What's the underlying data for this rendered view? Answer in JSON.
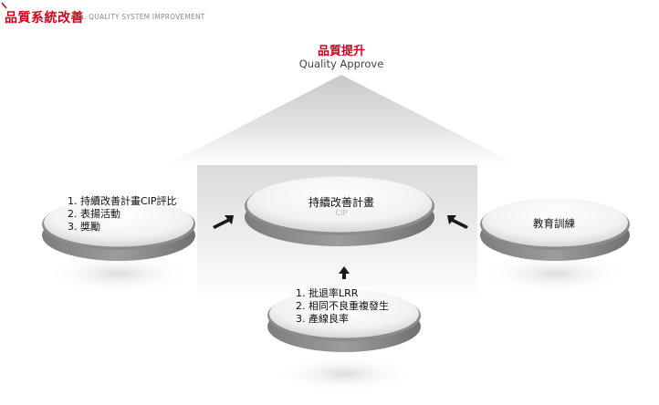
{
  "header": {
    "title": "品質系統改善",
    "subtitle": ". QUALITY SYSTEM IMPROVEMENT"
  },
  "roof": {
    "title": "品質提升",
    "subtitle": "Quality Approve"
  },
  "center_disk": {
    "title": "持續改善計畫",
    "subtitle": "CIP"
  },
  "left_disk": {
    "items": [
      "1. 持續改善計畫CIP評比",
      "2. 表揚活動",
      "3. 獎勵"
    ]
  },
  "right_disk": {
    "label": "教育訓練"
  },
  "bottom_disk": {
    "items": [
      "1. 批退率LRR",
      "2. 相同不良重複發生",
      "3. 產線良率"
    ]
  },
  "colors": {
    "accent": "#d6001c"
  }
}
